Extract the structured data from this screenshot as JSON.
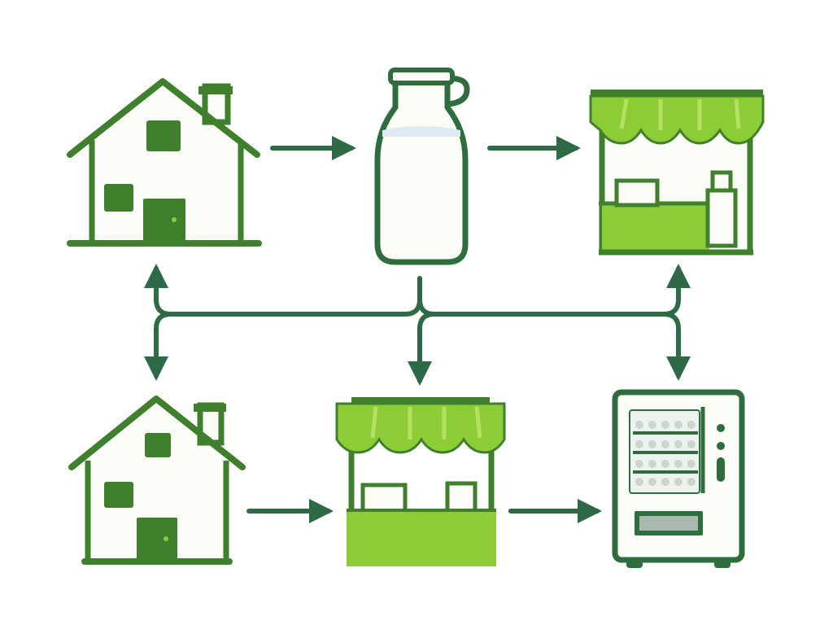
{
  "diagram": {
    "nodes": [
      {
        "id": "farmhouse-top",
        "icon": "house-icon"
      },
      {
        "id": "milk-bottle",
        "icon": "milk-bottle-icon"
      },
      {
        "id": "market-stall-top",
        "icon": "market-stall-icon"
      },
      {
        "id": "farmhouse-bottom",
        "icon": "house-icon"
      },
      {
        "id": "market-stall-bottom",
        "icon": "market-stall-icon"
      },
      {
        "id": "vending-machine",
        "icon": "vending-machine-icon"
      }
    ],
    "edges": [
      {
        "from": "farmhouse-top",
        "to": "milk-bottle"
      },
      {
        "from": "milk-bottle",
        "to": "market-stall-top"
      },
      {
        "from": "milk-bottle",
        "to": "farmhouse-top"
      },
      {
        "from": "milk-bottle",
        "to": "market-stall-top"
      },
      {
        "from": "milk-bottle",
        "to": "farmhouse-bottom"
      },
      {
        "from": "milk-bottle",
        "to": "market-stall-bottom"
      },
      {
        "from": "milk-bottle",
        "to": "vending-machine"
      },
      {
        "from": "farmhouse-bottom",
        "to": "market-stall-bottom"
      },
      {
        "from": "market-stall-bottom",
        "to": "vending-machine"
      }
    ]
  },
  "colors": {
    "dark_green": "#3f7f2e",
    "leaf_green": "#8ccd35",
    "pale_green": "#b3df63",
    "deep_green": "#2f6d3f",
    "arrow_green": "#2d6a45",
    "cream": "#fbfcf5",
    "milk_top": "#dcebf3"
  }
}
